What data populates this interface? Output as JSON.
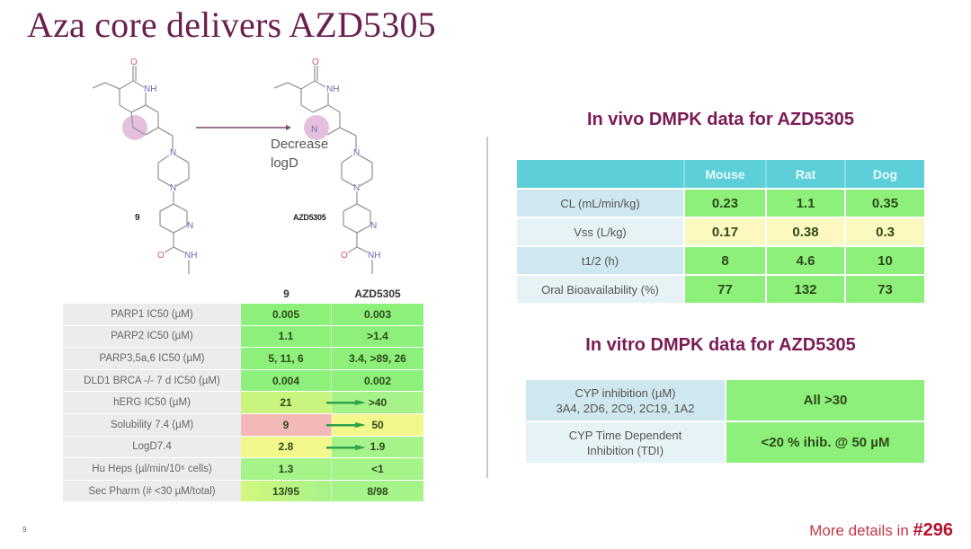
{
  "slide": {
    "title": "Aza core delivers AZD5305",
    "page_number": "9",
    "footer_text": "More details in ",
    "footer_ref": "#296"
  },
  "chemistry": {
    "arrow_label_line1": "Decrease",
    "arrow_label_line2": "logD",
    "compound_left_label": "9",
    "compound_right_label": "AZD5305",
    "atom_labels": {
      "oxygen": "O",
      "nh": "NH",
      "n": "N"
    },
    "highlight_color": "#d9a7cf"
  },
  "left_table": {
    "headers": [
      "",
      "9",
      "AZD5305"
    ],
    "rows": [
      {
        "label": "PARP1 IC50 (µM)",
        "c9": "0.005",
        "azd": "0.003"
      },
      {
        "label": "PARP2 IC50 (µM)",
        "c9": "1.1",
        "azd": ">1.4"
      },
      {
        "label": "PARP3,5a,6 IC50 (µM)",
        "c9": "5, 11, 6",
        "azd": "3.4, >89, 26"
      },
      {
        "label": "DLD1 BRCA -/- 7 d IC50 (µM)",
        "c9": "0.004",
        "azd": "0.002"
      },
      {
        "label": "hERG IC50 (µM)",
        "c9": "21",
        "azd": ">40"
      },
      {
        "label": "Solubility 7.4 (µM)",
        "c9": "9",
        "azd": "50"
      },
      {
        "label": "LogD7.4",
        "c9": "2.8",
        "azd": "1.9"
      },
      {
        "label": "Hu Heps (µl/min/10⁶ cells)",
        "c9": "1.3",
        "azd": "<1"
      },
      {
        "label": "Sec Pharm (# <30 µM/total)",
        "c9": "13/95",
        "azd": "8/98"
      }
    ]
  },
  "in_vivo": {
    "heading": "In vivo DMPK data for AZD5305",
    "headers": [
      "",
      "Mouse",
      "Rat",
      "Dog"
    ],
    "rows": [
      {
        "label": "CL (mL/min/kg)",
        "mouse": "0.23",
        "rat": "1.1",
        "dog": "0.35"
      },
      {
        "label": "Vss (L/kg)",
        "mouse": "0.17",
        "rat": "0.38",
        "dog": "0.3"
      },
      {
        "label": "t1/2 (h)",
        "mouse": "8",
        "rat": "4.6",
        "dog": "10"
      },
      {
        "label": "Oral Bioavailability (%)",
        "mouse": "77",
        "rat": "132",
        "dog": "73"
      }
    ]
  },
  "in_vitro": {
    "heading": "In vitro DMPK data for AZD5305",
    "rows": [
      {
        "label_line1": "CYP inhibition (µM)",
        "label_line2": "3A4, 2D6, 2C9, 2C19, 1A2",
        "value": "All >30"
      },
      {
        "label_line1": "CYP Time Dependent",
        "label_line2": "Inhibition (TDI)",
        "value": "<20 % ihib. @ 50 µM"
      }
    ]
  },
  "colors": {
    "title": "#6b1f4f",
    "heading": "#7b1b55",
    "green": "#8cf07a",
    "yellow": "#f3f88c",
    "pink": "#f3b8b8",
    "teal_header": "#5ccfd8",
    "footer_red": "#c0394a"
  }
}
